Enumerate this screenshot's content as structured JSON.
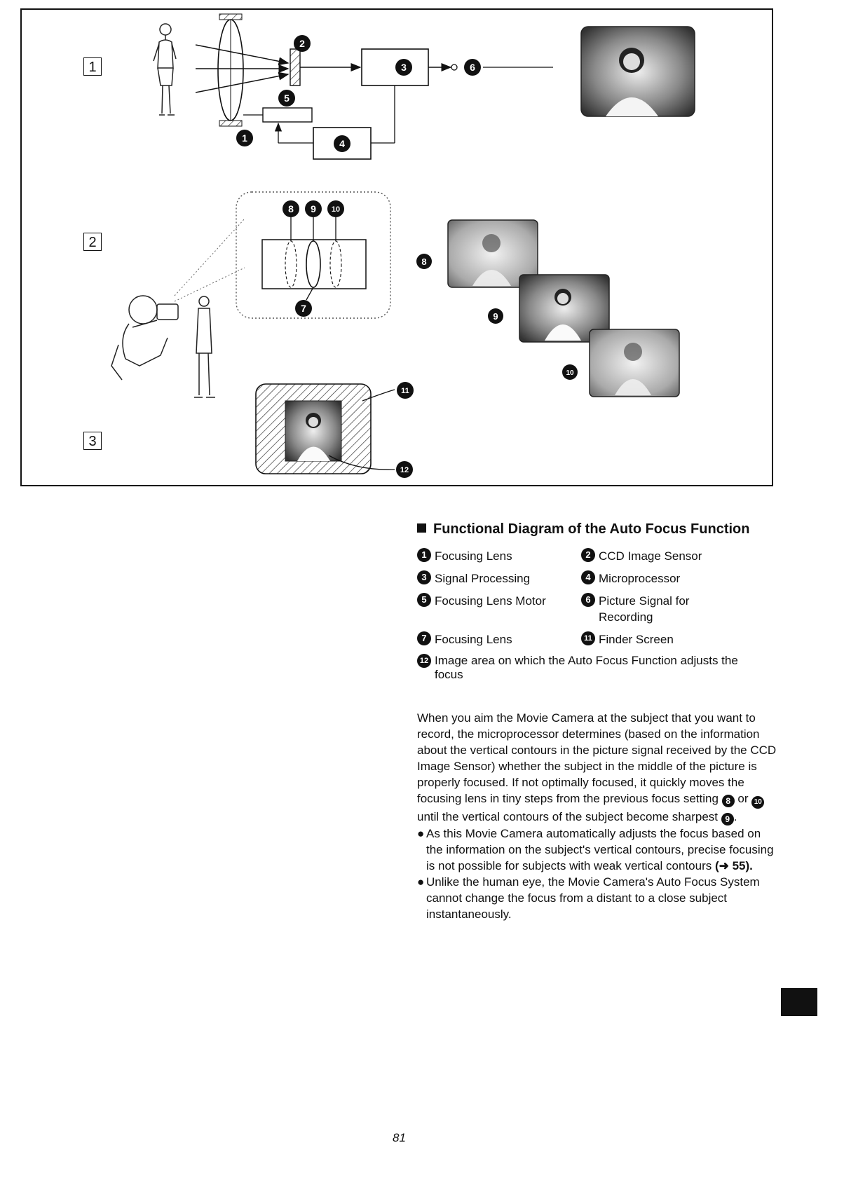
{
  "diagram": {
    "panels": [
      "1",
      "2",
      "3"
    ],
    "callouts": [
      "1",
      "2",
      "3",
      "4",
      "5",
      "6",
      "7",
      "8",
      "9",
      "10",
      "11",
      "12"
    ]
  },
  "section": {
    "title": "Functional Diagram of the Auto Focus Function",
    "legend": [
      {
        "num": "1",
        "label": "Focusing Lens"
      },
      {
        "num": "2",
        "label": "CCD Image Sensor"
      },
      {
        "num": "3",
        "label": "Signal Processing"
      },
      {
        "num": "4",
        "label": "Microprocessor"
      },
      {
        "num": "5",
        "label": "Focusing Lens Motor"
      },
      {
        "num": "6",
        "label": "Picture Signal for Recording"
      },
      {
        "num": "7",
        "label": "Focusing Lens"
      },
      {
        "num": "11",
        "label": "Finder Screen"
      },
      {
        "num": "12",
        "label": "Image area on which the Auto Focus Function adjusts the focus"
      }
    ],
    "paragraph": {
      "part1": "When you aim the Movie Camera at the subject that you want to record, the microprocessor determines (based on the information about the vertical contours in the picture signal received by the CCD Image Sensor) whether the subject in the middle of the picture is properly focused. If not optimally focused, it quickly moves the focusing lens in tiny steps from the previous focus setting",
      "ref_a": "8",
      "part2": "or",
      "ref_b": "10",
      "part3": "until the vertical contours of the subject become sharpest",
      "ref_c": "9",
      "part4": "."
    },
    "bullets": [
      {
        "dot": "●",
        "text_a": "As this Movie Camera automatically adjusts the focus based on the information on the subject's vertical contours, precise focusing is not possible for subjects with weak vertical contours ",
        "ref": "(➜ 55)."
      },
      {
        "dot": "●",
        "text_a": "Unlike the human eye, the Movie Camera's Auto Focus System cannot change the focus from a distant to a close subject instantaneously.",
        "ref": ""
      }
    ]
  },
  "page_number": "81"
}
